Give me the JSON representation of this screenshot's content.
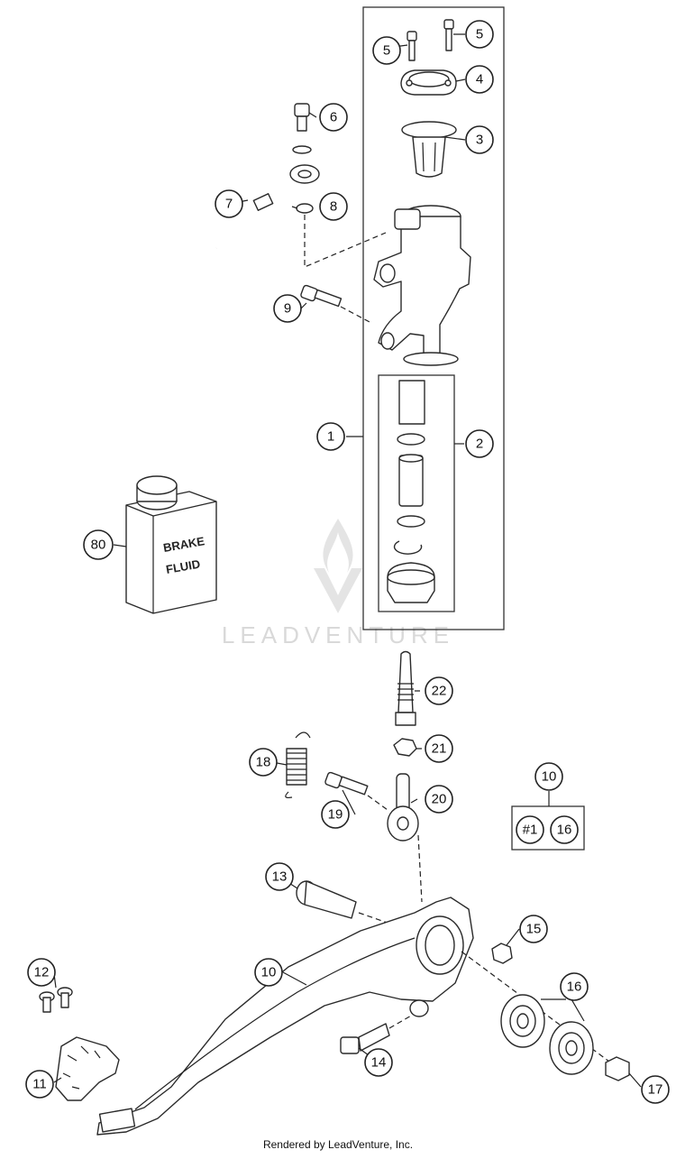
{
  "can_label": {
    "line1": "BRAKE",
    "line2": "FLUID"
  },
  "watermark": "LEADVENTURE",
  "footer": "Rendered by LeadVenture, Inc.",
  "callouts": {
    "c1": "1",
    "c2": "2",
    "c3": "3",
    "c4": "4",
    "c5a": "5",
    "c5b": "5",
    "c6": "6",
    "c7": "7",
    "c8": "8",
    "c9": "9",
    "c10a": "10",
    "c10b": "10",
    "c11": "11",
    "c12": "12",
    "c13": "13",
    "c14": "14",
    "c15": "15",
    "c16": "16",
    "c17": "17",
    "c18": "18",
    "c19": "19",
    "c20": "20",
    "c21": "21",
    "c22": "22",
    "c80": "80"
  },
  "kit_box": {
    "item1": "#1",
    "item2": "16"
  }
}
